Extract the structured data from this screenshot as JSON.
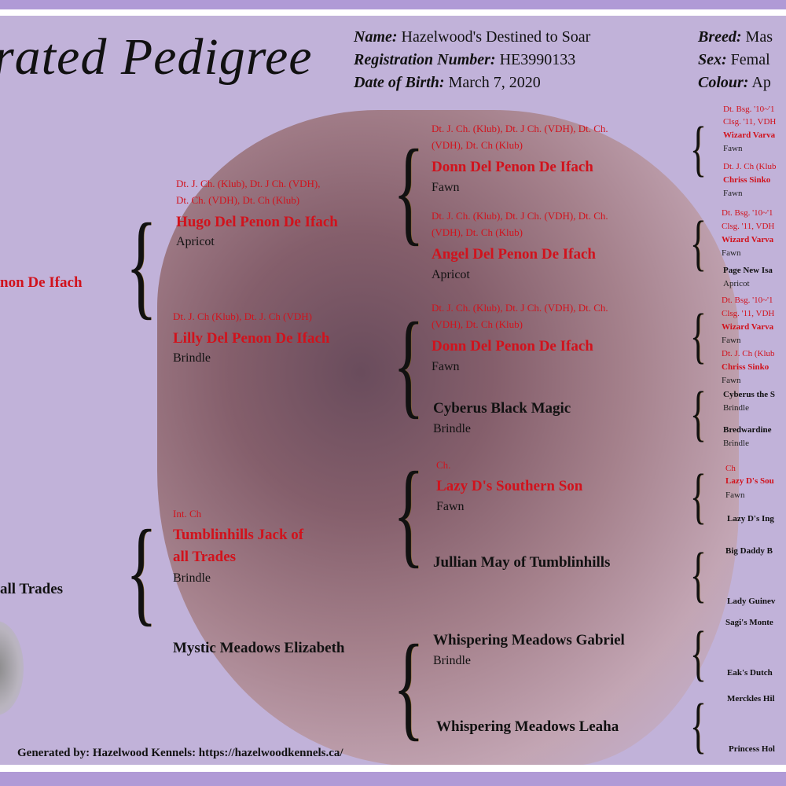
{
  "title": "rated Pedigree",
  "info": {
    "name_label": "Name:",
    "name": "Hazelwood's Destined to Soar",
    "reg_label": "Registration Number:",
    "reg": "HE3990133",
    "dob_label": "Date of Birth:",
    "dob": "March 7, 2020",
    "breed_label": "Breed:",
    "breed": "Mas",
    "sex_label": "Sex:",
    "sex": "Femal",
    "colour_label": "Colour:",
    "colour": "Ap"
  },
  "gen1": [
    {
      "name": "non De Ifach"
    },
    {
      "name": "all Trades"
    }
  ],
  "gen2": [
    {
      "titles": [
        "Dt. J. Ch. (Klub), Dt. J Ch. (VDH),",
        "Dt. Ch. (VDH), Dt. Ch (Klub)"
      ],
      "name": "Hugo Del Penon De Ifach",
      "colour": "Apricot"
    },
    {
      "titles": [
        "Dt. J. Ch (Klub), Dt. J. Ch (VDH)"
      ],
      "name": "Lilly Del Penon De Ifach",
      "colour": "Brindle"
    },
    {
      "titles": [
        "Int. Ch"
      ],
      "name": [
        "Tumblinhills Jack of",
        "all Trades"
      ],
      "colour": "Brindle"
    },
    {
      "name": "Mystic Meadows Elizabeth"
    }
  ],
  "gen3": [
    {
      "titles": [
        "Dt. J. Ch. (Klub), Dt. J Ch. (VDH), Dt. Ch.",
        "(VDH), Dt. Ch (Klub)"
      ],
      "name": "Donn Del Penon De Ifach",
      "colour": "Fawn"
    },
    {
      "titles": [
        "Dt. J. Ch. (Klub), Dt. J Ch. (VDH), Dt. Ch.",
        "(VDH), Dt. Ch (Klub)"
      ],
      "name": "Angel Del Penon De Ifach",
      "colour": "Apricot"
    },
    {
      "titles": [
        "Dt. J. Ch. (Klub), Dt. J Ch. (VDH), Dt. Ch.",
        "(VDH), Dt. Ch (Klub)"
      ],
      "name": "Donn Del Penon De Ifach",
      "colour": "Fawn"
    },
    {
      "name": "Cyberus Black Magic",
      "colour": "Brindle"
    },
    {
      "titles": [
        "Ch."
      ],
      "name": "Lazy D's Southern Son",
      "colour": "Fawn"
    },
    {
      "name": "Jullian May of Tumblinhills"
    },
    {
      "name": "Whispering Meadows Gabriel",
      "colour": "Brindle"
    },
    {
      "name": "Whispering Meadows Leaha"
    }
  ],
  "gen4": {
    "l": [
      "Dt. Bsg. '10~'1",
      "Clsg. '11, VDH",
      "Wizard Varva",
      "Fawn",
      "Dt. J. Ch (Klub",
      "Chriss Sinko",
      "Fawn",
      "Dt. Bsg. '10~'1",
      "Clsg. '11, VDH",
      "Wizard Varva",
      "Fawn",
      "Page New Isa",
      "Apricot",
      "Dt. Bsg. '10~'1",
      "Clsg. '11, VDH",
      "Wizard Varva",
      "Fawn",
      "Dt. J. Ch (Klub",
      "Chriss Sinko",
      "Fawn",
      "Cyberus the S",
      "Brindle",
      "Bredwardine",
      "Brindle",
      "Ch",
      "Lazy D's Sou",
      "Fawn",
      "Lazy D's Ing",
      "Big Daddy B",
      "Lady Guinev",
      "Sagi's Monte",
      "Eak's Dutch",
      "Merckles Hil",
      "Princess Hol"
    ]
  },
  "footer": "Generated by: Hazelwood Kennels: https://hazelwoodkennels.ca/"
}
